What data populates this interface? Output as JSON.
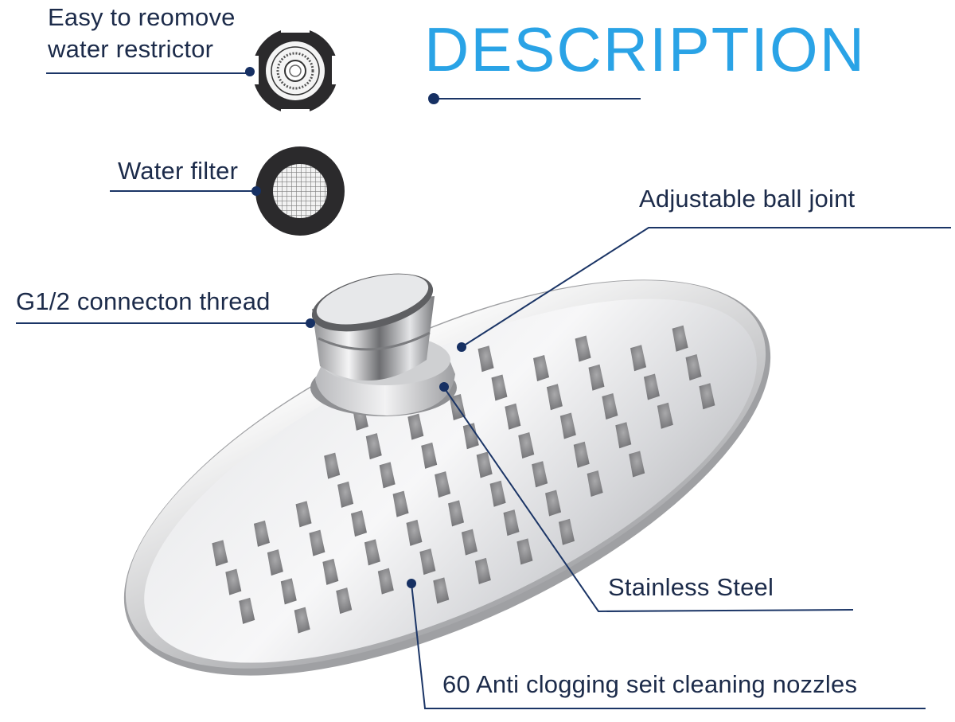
{
  "title": {
    "text": "DESCRIPTION",
    "color": "#2aa3e6"
  },
  "colors": {
    "line": "#1b3566",
    "label": "#1c2b4a"
  },
  "labels": {
    "restrictor_line1": "Easy to reomove",
    "restrictor_line2": "water restrictor",
    "filter": "Water filter",
    "ball_joint": "Adjustable ball joint",
    "thread": "G1/2 connecton thread",
    "steel": "Stainless Steel",
    "nozzles": "60 Anti clogging seit cleaning nozzles"
  },
  "icons": {
    "restrictor": "water-restrictor-icon",
    "filter": "mesh-filter-icon",
    "shower_head": "round-shower-head-icon"
  }
}
